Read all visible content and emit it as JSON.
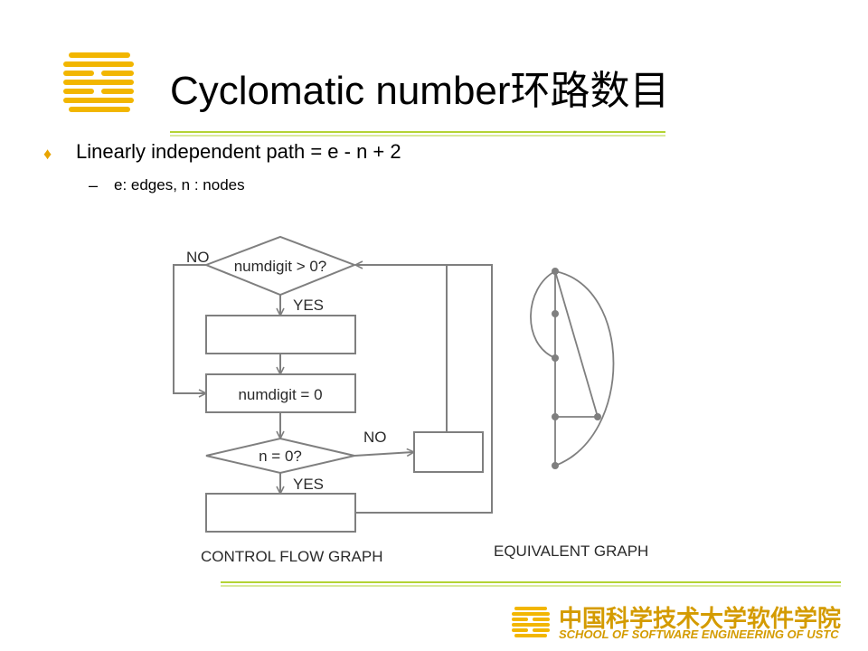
{
  "slide": {
    "title": "Cyclomatic number环路数目",
    "bullet": {
      "marker": "♦",
      "text": "Linearly independent path = e - n + 2"
    },
    "sub_bullet": {
      "marker": "–",
      "text": "e: edges, n : nodes"
    }
  },
  "diagram": {
    "cfg": {
      "decision1": "numdigit > 0?",
      "decision1_no": "NO",
      "decision1_yes": "YES",
      "process2": "numdigit = 0",
      "decision2": "n = 0?",
      "decision2_no": "NO",
      "decision2_yes": "YES",
      "caption": "CONTROL FLOW GRAPH"
    },
    "equivalent": {
      "caption": "EQUIVALENT GRAPH"
    }
  },
  "footer": {
    "institution_cn": "中国科学技术大学软件学院",
    "institution_en": "SCHOOL OF SOFTWARE ENGINEERING OF USTC"
  },
  "colors": {
    "accent_yellow": "#f2b600",
    "rule_green": "#b3d334",
    "diagram_gray": "#7f7f7f"
  }
}
